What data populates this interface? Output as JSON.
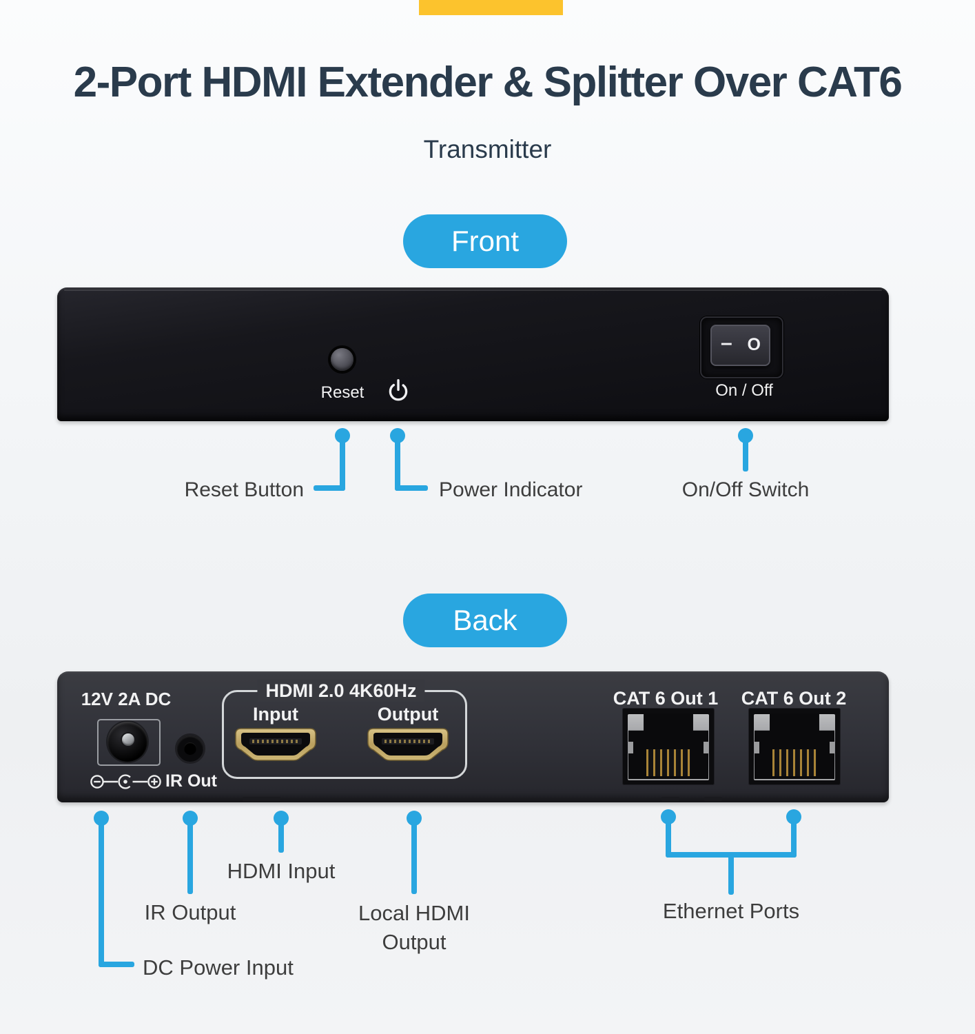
{
  "colors": {
    "accent": "#29a6e0",
    "yellow": "#fcc32d",
    "title": "#2a3b4c",
    "label": "#3d3d3d",
    "device_dark": "#141419",
    "device_charcoal": "#323338"
  },
  "header": {
    "title": "2-Port HDMI Extender & Splitter Over CAT6",
    "subtitle": "Transmitter"
  },
  "front": {
    "badge": "Front",
    "panel": {
      "reset": "Reset",
      "on_off": "On / Off",
      "rocker_on_symbol": "–",
      "rocker_off_symbol": "O"
    },
    "callouts": {
      "reset": "Reset Button",
      "power": "Power Indicator",
      "switch": "On/Off Switch"
    }
  },
  "back": {
    "badge": "Back",
    "panel": {
      "dc": "12V 2A DC",
      "ir": "IR Out",
      "hdmi_group": "HDMI 2.0 4K60Hz",
      "input": "Input",
      "output": "Output",
      "cat1": "CAT 6 Out 1",
      "cat2": "CAT 6 Out 2"
    },
    "callouts": {
      "hdmi_input": "HDMI Input",
      "ir_output": "IR Output",
      "local_hdmi_line1": "Local HDMI",
      "local_hdmi_line2": "Output",
      "dc_power": "DC Power Input",
      "ethernet": "Ethernet Ports"
    }
  }
}
